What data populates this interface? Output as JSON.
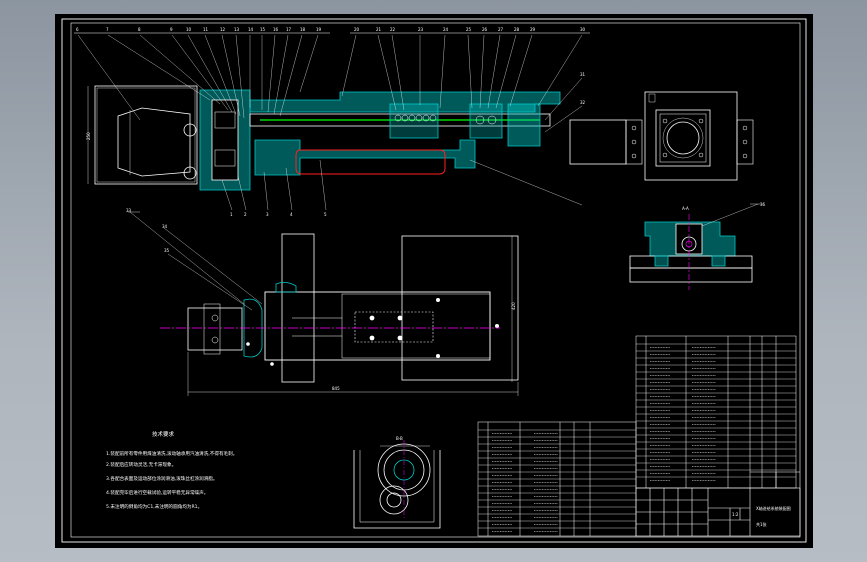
{
  "drawing": {
    "colors": {
      "viewer_background": "#9ba3ad",
      "sheet": "#000000",
      "line": "#ffffff",
      "section_fill": "#00c8c8",
      "centerline": "#ff00ff",
      "outline_red": "#ff2020",
      "shaft_green": "#00ff00"
    },
    "dimensions": {
      "vertical_left": "250",
      "overall_length": "845",
      "right_height": "420"
    },
    "section_labels": {
      "view_side": "A-A",
      "view_small": "B-B"
    },
    "balloons_top": [
      "6",
      "7",
      "8",
      "9",
      "10",
      "11",
      "12",
      "13",
      "14",
      "15",
      "16",
      "17",
      "18",
      "19",
      "20",
      "21",
      "22",
      "23",
      "24",
      "25",
      "26",
      "27",
      "28",
      "29",
      "30",
      "31",
      "32"
    ],
    "balloons_bottom": [
      "1",
      "2",
      "3",
      "4",
      "5"
    ],
    "balloons_side": [
      "33",
      "34",
      "35",
      "36"
    ],
    "notes": {
      "title": "技术要求",
      "lines": [
        "1.装配前所有零件用煤油清洗,滚动轴承用汽油清洗,不得有毛刺。",
        "2.装配后应转动灵活,无卡滞现象。",
        "3.各配合表面及运动部位涂润滑油,滚珠丝杠涂润滑脂。",
        "4.装配完毕后进行空载试验,运转平稳无异常噪声。",
        "5.未注明的倒角均为C1,未注明的圆角均为R1。"
      ]
    },
    "title_block": {
      "name": "X轴进给系统装配图",
      "scale": "1:2",
      "sheet": "共1张"
    }
  }
}
